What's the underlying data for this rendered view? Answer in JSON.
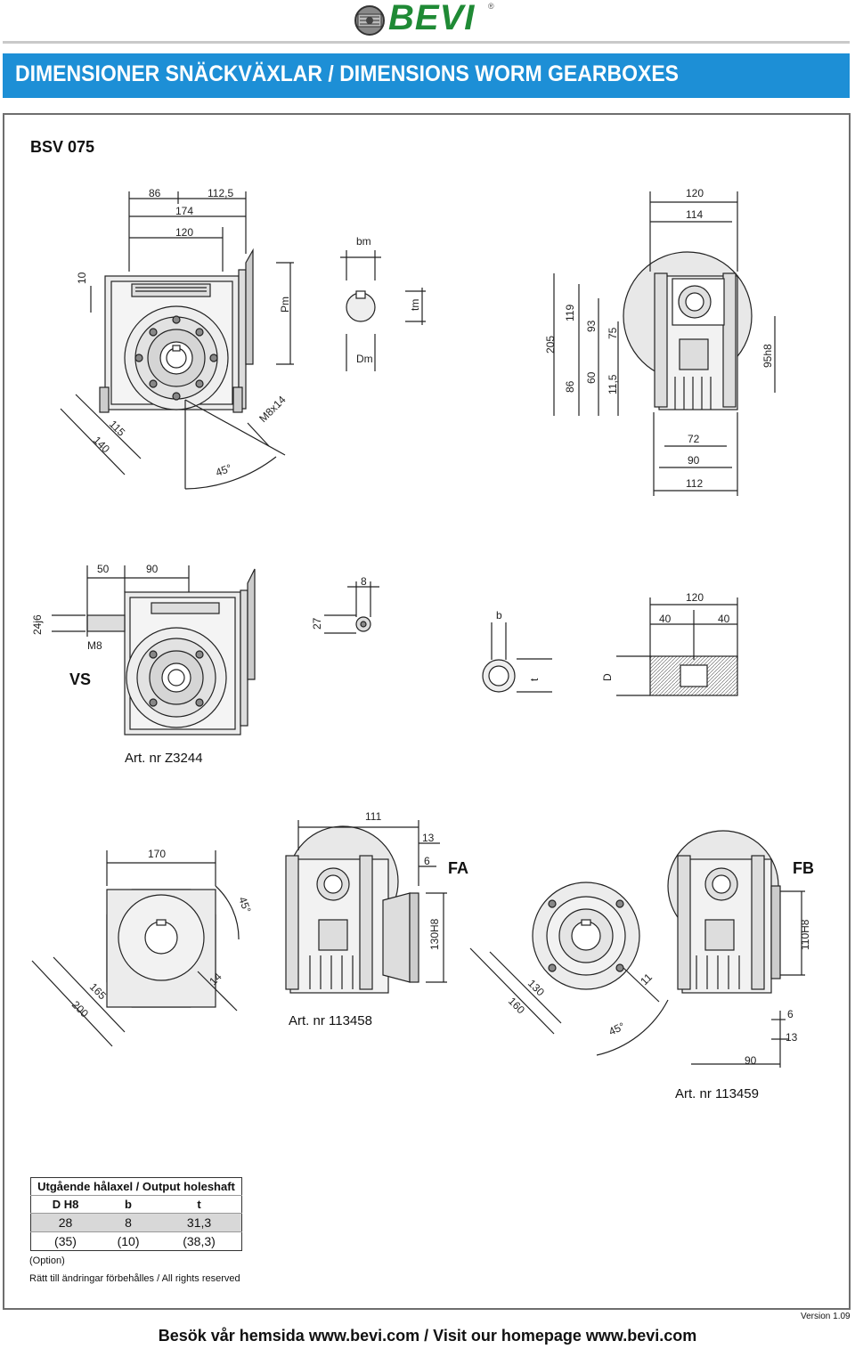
{
  "header": {
    "brand": "BEVI",
    "reg_mark": "®",
    "title": "DIMENSIONER SNÄCKVÄXLAR / DIMENSIONS WORM GEARBOXES",
    "accent_color": "#1d8fd6",
    "brand_color": "#1f8a35"
  },
  "model": "BSV 075",
  "drawings": {
    "main": {
      "dims_top": [
        "86",
        "112,5",
        "174",
        "120"
      ],
      "dim_10": "10",
      "dim_pm": "Pm",
      "dim_m8x14": "M8x14",
      "dim_115": "115",
      "dim_140": "140",
      "angle": "45°"
    },
    "key": {
      "bm": "bm",
      "tm": "tm",
      "dm": "Dm"
    },
    "side": {
      "dims_top": [
        "120",
        "114"
      ],
      "dims_left": [
        "205",
        "119",
        "93",
        "75",
        "86",
        "60",
        "11,5"
      ],
      "dim_95h8": "95h8",
      "dims_bottom": [
        "72",
        "90",
        "112"
      ]
    },
    "vs": {
      "label": "VS",
      "dims_top": [
        "50",
        "90"
      ],
      "dim_24j6": "24j6",
      "dim_m8": "M8",
      "dim_27": "27",
      "dim_8": "8",
      "dim_b": "b",
      "dim_t": "t",
      "dim_d": "D",
      "dims_shaft": [
        "120",
        "40",
        "40"
      ],
      "art": "Art. nr Z3244"
    },
    "fa": {
      "label": "FA",
      "dim_170": "170",
      "dim_111": "111",
      "dim_13": "13",
      "dim_6": "6",
      "angle": "45°",
      "dim_130h8": "130H8",
      "dim_165": "165",
      "dim_200": "200",
      "dim_14": "14",
      "art": "Art. nr 113458"
    },
    "fb": {
      "label": "FB",
      "dim_110h8": "110H8",
      "dim_130": "130",
      "dim_160": "160",
      "dim_11": "11",
      "angle": "45°",
      "dim_6": "6",
      "dim_13": "13",
      "dim_90": "90",
      "art": "Art. nr 113459"
    }
  },
  "table": {
    "title": "Utgående hålaxel / Output holeshaft",
    "columns": [
      "D H8",
      "b",
      "t"
    ],
    "rows": [
      [
        "28",
        "8",
        "31,3"
      ],
      [
        "(35)",
        "(10)",
        "(38,3)"
      ]
    ]
  },
  "notes": {
    "option": "(Option)",
    "rights": "Rätt till ändringar förbehålles / All rights reserved",
    "version": "Version 1.09"
  },
  "footer": "Besök vår hemsida www.bevi.com / Visit our homepage www.bevi.com"
}
